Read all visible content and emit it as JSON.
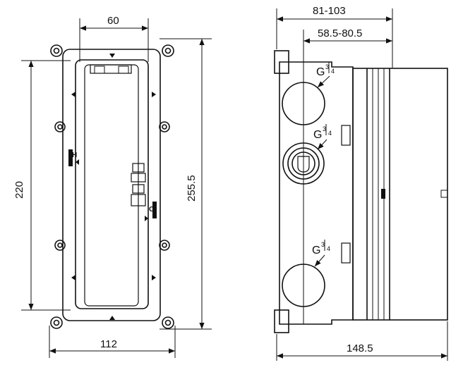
{
  "front_view": {
    "width_top": "60",
    "height_left": "220",
    "height_right": "255.5",
    "width_bottom": "112",
    "mark_hot": "H",
    "mark_cold": "C"
  },
  "side_view": {
    "depth_top_outer": "81-103",
    "depth_top_inner": "58.5-80.5",
    "depth_bottom": "148.5",
    "port_labels": [
      {
        "g": "G",
        "num": "3",
        "den": "4"
      },
      {
        "g": "G",
        "num": "3",
        "den": "4"
      },
      {
        "g": "G",
        "num": "3",
        "den": "4"
      }
    ]
  },
  "colors": {
    "line": "#111111",
    "background": "#ffffff"
  },
  "icons": [
    "arrow-head",
    "mounting-lug",
    "thread-port"
  ]
}
